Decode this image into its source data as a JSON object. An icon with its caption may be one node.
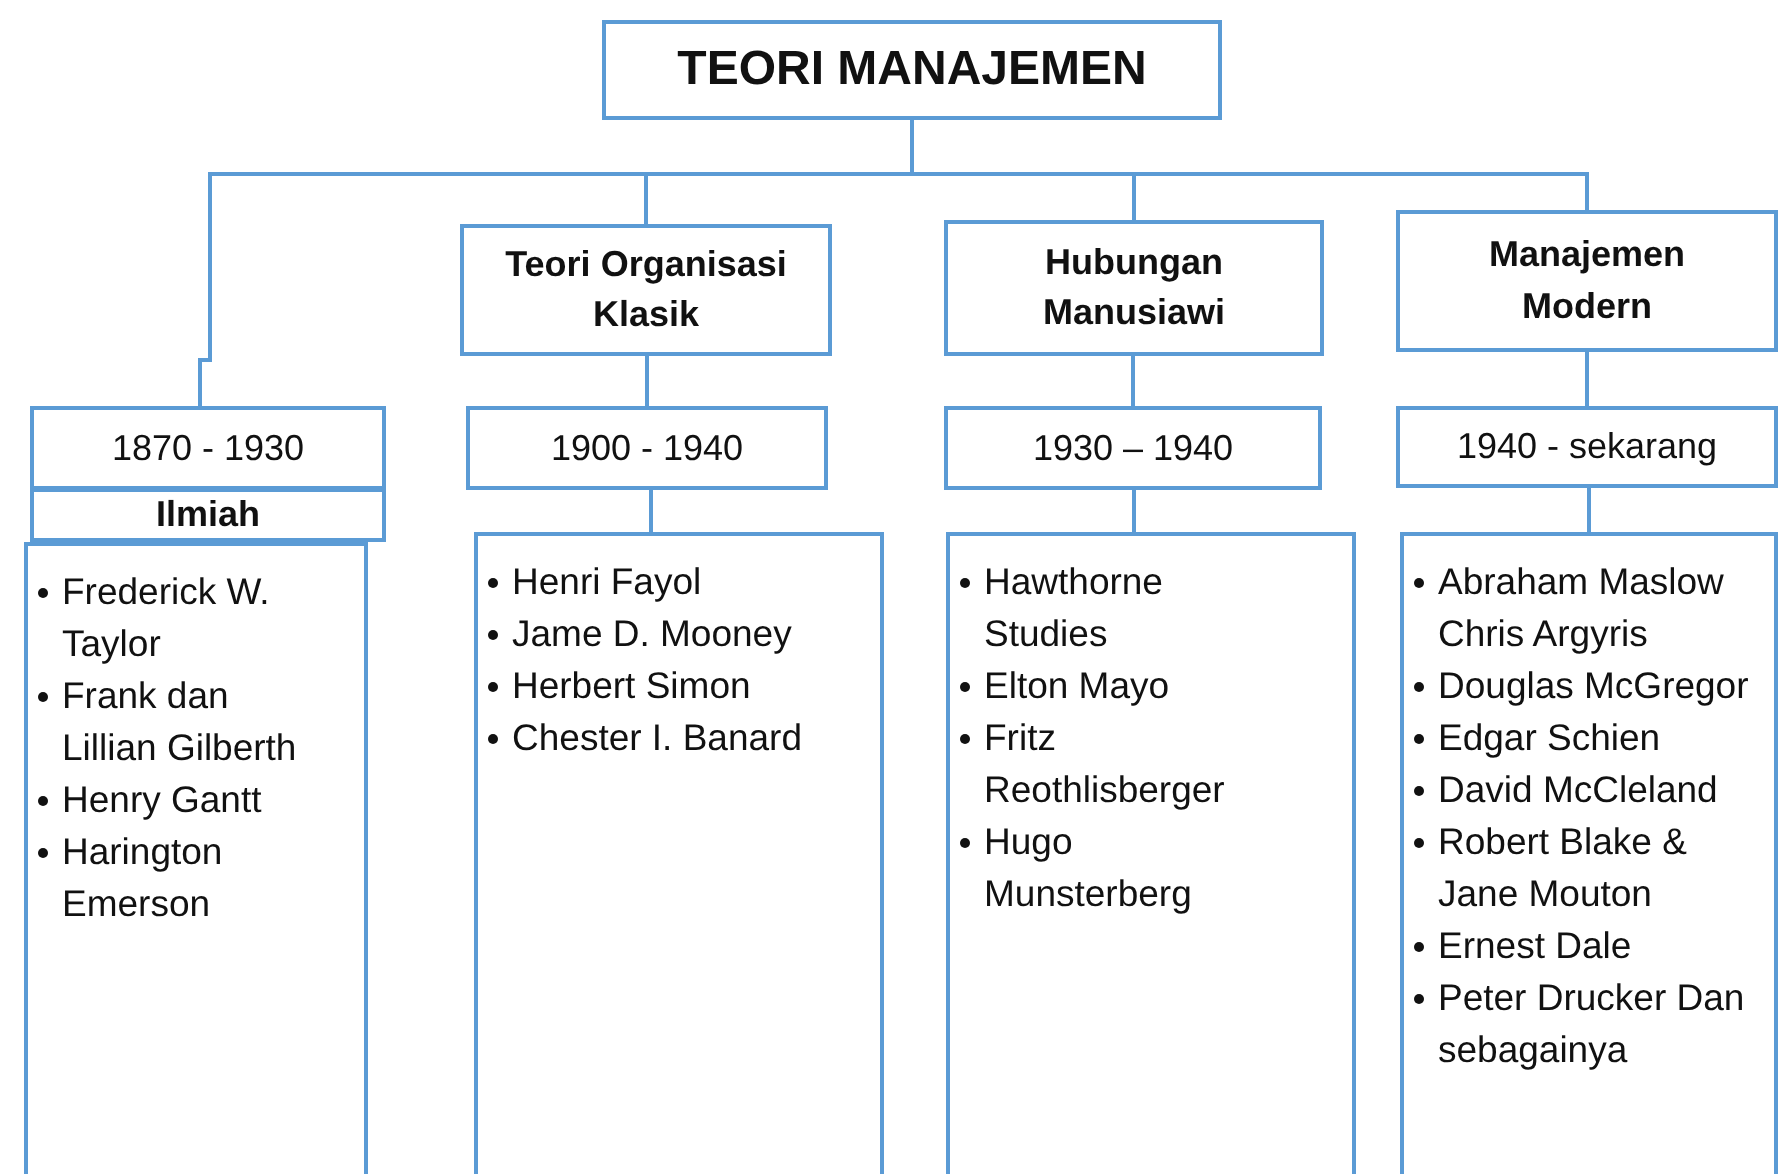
{
  "diagram": {
    "nodes": [
      {
        "text": [
          "TEORI MANAJEMEN"
        ]
      },
      {
        "text": [
          "Teori Organisasi Klasik"
        ]
      },
      {
        "text": [
          "Hubungan Manusiawi"
        ]
      },
      {
        "text": [
          "Manajemen Modern"
        ]
      },
      {
        "text": [
          "1870 - 1930"
        ]
      },
      {
        "text": [
          "Ilmiah"
        ]
      },
      {
        "text": [
          "Frederick W. Taylor",
          "Frank dan Lillian Gilberth",
          "Henry Gantt",
          "Harington Emerson"
        ]
      },
      {
        "text": [
          "1900 - 1940"
        ]
      },
      {
        "text": [
          "Henri Fayol",
          "Jame D. Mooney",
          "Herbert Simon",
          "Chester I. Banard"
        ]
      },
      {
        "text": [
          "1930 – 1940"
        ]
      },
      {
        "text": [
          "Hawthorne Studies",
          "Elton Mayo",
          "Fritz Reothlisberger",
          "Hugo Munsterberg"
        ]
      },
      {
        "text": [
          "1940 - sekarang"
        ]
      },
      {
        "text": [
          "Abraham Maslow Chris Argyris",
          "Douglas McGregor",
          "Edgar Schien",
          "David McCleland",
          "Robert Blake & Jane Mouton",
          "Ernest Dale",
          "Peter Drucker Dan sebagainya"
        ]
      }
    ],
    "edges": [
      {
        "from": 0,
        "to": 4,
        "arrow": "none"
      },
      {
        "from": 0,
        "to": 1,
        "arrow": "none"
      },
      {
        "from": 0,
        "to": 2,
        "arrow": "none"
      },
      {
        "from": 0,
        "to": 3,
        "arrow": "none"
      },
      {
        "from": 1,
        "to": 7,
        "arrow": "none"
      },
      {
        "from": 7,
        "to": 8,
        "arrow": "none"
      },
      {
        "from": 2,
        "to": 9,
        "arrow": "none"
      },
      {
        "from": 9,
        "to": 10,
        "arrow": "none"
      },
      {
        "from": 3,
        "to": 11,
        "arrow": "none"
      },
      {
        "from": 11,
        "to": 12,
        "arrow": "none"
      }
    ]
  }
}
